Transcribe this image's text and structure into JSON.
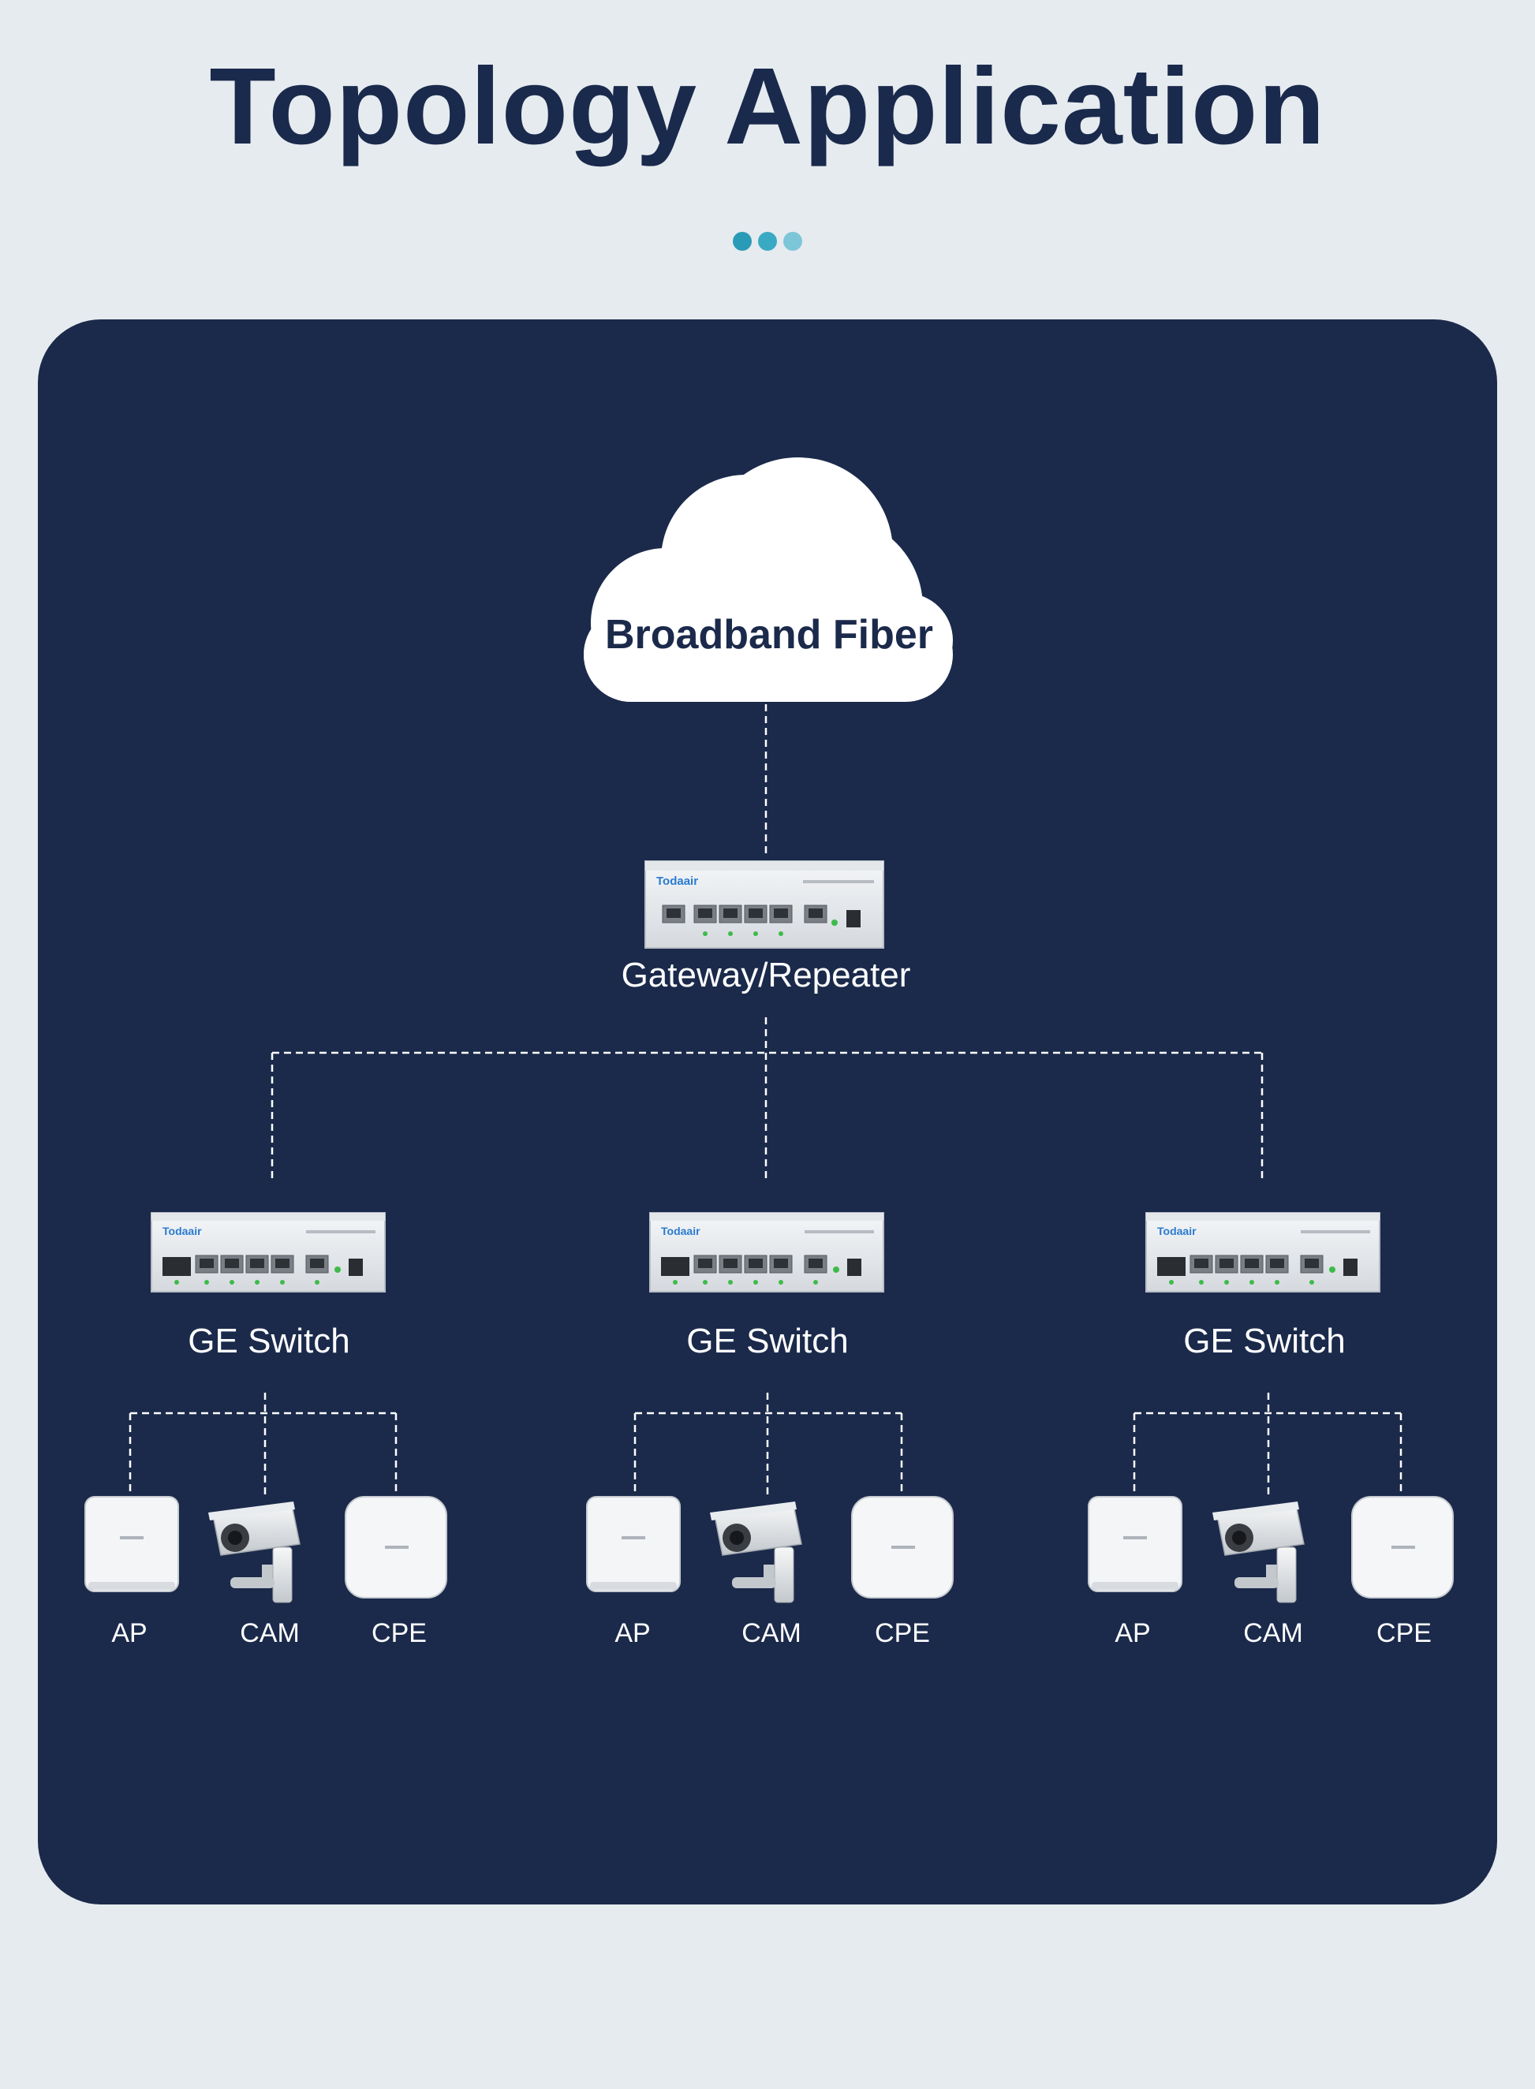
{
  "page": {
    "title": "Topology Application"
  },
  "colors": {
    "background": "#e6ebef",
    "panel": "#1b2a4b",
    "title": "#1a2a4c",
    "dots": [
      "#2a9bb7",
      "#3aaac4",
      "#7cc6d8"
    ],
    "line": "#ffffff",
    "device_brand": "#2a7bd0"
  },
  "cloud": {
    "label": "Broadband Fiber",
    "icon": "cloud-icon"
  },
  "gateway": {
    "label": "Gateway/Repeater",
    "brand": "Todaair",
    "icon": "router-icon"
  },
  "switches": [
    {
      "label": "GE Switch",
      "brand": "Todaair",
      "icon": "switch-icon",
      "devices": [
        {
          "label": "AP",
          "icon": "access-point-icon"
        },
        {
          "label": "CAM",
          "icon": "camera-icon"
        },
        {
          "label": "CPE",
          "icon": "cpe-icon"
        }
      ]
    },
    {
      "label": "GE Switch",
      "brand": "Todaair",
      "icon": "switch-icon",
      "devices": [
        {
          "label": "AP",
          "icon": "access-point-icon"
        },
        {
          "label": "CAM",
          "icon": "camera-icon"
        },
        {
          "label": "CPE",
          "icon": "cpe-icon"
        }
      ]
    },
    {
      "label": "GE Switch",
      "brand": "Todaair",
      "icon": "switch-icon",
      "devices": [
        {
          "label": "AP",
          "icon": "access-point-icon"
        },
        {
          "label": "CAM",
          "icon": "camera-icon"
        },
        {
          "label": "CPE",
          "icon": "cpe-icon"
        }
      ]
    }
  ]
}
